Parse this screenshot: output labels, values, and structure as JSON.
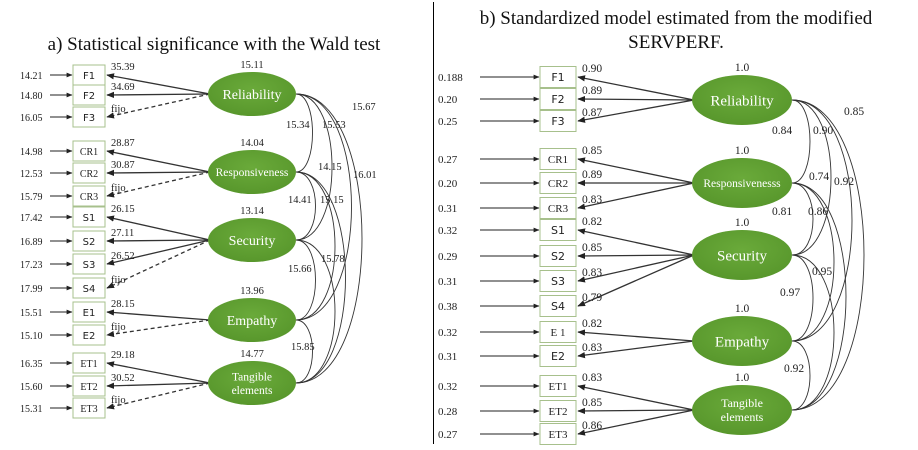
{
  "colors": {
    "latent_fill": "#6aaa3a",
    "latent_fill_dark": "#58972c",
    "box_stroke": "#a7c08c",
    "line": "#333333"
  },
  "panel_a": {
    "title": "a) Statistical significance with the Wald test",
    "factors": [
      {
        "name": "Reliability",
        "lines": [
          "Reliability"
        ],
        "variance": "15.11",
        "items": [
          {
            "label": "F1",
            "error": "14.21",
            "loading": "35.39",
            "fixed": false
          },
          {
            "label": "F2",
            "error": "14.80",
            "loading": "34.69",
            "fixed": false
          },
          {
            "label": "F3",
            "error": "16.05",
            "loading": "fijo",
            "fixed": true
          }
        ]
      },
      {
        "name": "Responsiveness",
        "lines": [
          "Responsiveness"
        ],
        "variance": "14.04",
        "items": [
          {
            "label": "CR1",
            "error": "14.98",
            "loading": "28.87",
            "fixed": false
          },
          {
            "label": "CR2",
            "error": "12.53",
            "loading": "30.87",
            "fixed": false
          },
          {
            "label": "CR3",
            "error": "15.79",
            "loading": "fijo",
            "fixed": true
          }
        ]
      },
      {
        "name": "Security",
        "lines": [
          "Security"
        ],
        "variance": "13.14",
        "items": [
          {
            "label": "S1",
            "error": "17.42",
            "loading": "26.15",
            "fixed": false
          },
          {
            "label": "S2",
            "error": "16.89",
            "loading": "27.11",
            "fixed": false
          },
          {
            "label": "S3",
            "error": "17.23",
            "loading": "26.52",
            "fixed": false
          },
          {
            "label": "S4",
            "error": "17.99",
            "loading": "fijo",
            "fixed": true
          }
        ]
      },
      {
        "name": "Empathy",
        "lines": [
          "Empathy"
        ],
        "variance": "13.96",
        "items": [
          {
            "label": "E1",
            "error": "15.51",
            "loading": "28.15",
            "fixed": false
          },
          {
            "label": "E2",
            "error": "15.10",
            "loading": "fijo",
            "fixed": true
          }
        ]
      },
      {
        "name": "Tangible elements",
        "lines": [
          "Tangible",
          "elements"
        ],
        "variance": "14.77",
        "items": [
          {
            "label": "ET1",
            "error": "16.35",
            "loading": "29.18",
            "fixed": false
          },
          {
            "label": "ET2",
            "error": "15.60",
            "loading": "30.52",
            "fixed": false
          },
          {
            "label": "ET3",
            "error": "15.31",
            "loading": "fijo",
            "fixed": true
          }
        ]
      }
    ],
    "covariances": [
      {
        "from": "Reliability",
        "to": "Responsiveness",
        "value": "15.34"
      },
      {
        "from": "Reliability",
        "to": "Security",
        "value": "15.53"
      },
      {
        "from": "Reliability",
        "to": "Empathy",
        "value": "16.01"
      },
      {
        "from": "Reliability",
        "to": "Tangible elements",
        "value": "15.67"
      },
      {
        "from": "Responsiveness",
        "to": "Security",
        "value": "14.41"
      },
      {
        "from": "Responsiveness",
        "to": "Empathy",
        "value": "15.15"
      },
      {
        "from": "Responsiveness",
        "to": "Tangible elements",
        "value": "14.15"
      },
      {
        "from": "Security",
        "to": "Empathy",
        "value": "15.66"
      },
      {
        "from": "Security",
        "to": "Tangible elements",
        "value": "15.78"
      },
      {
        "from": "Empathy",
        "to": "Tangible elements",
        "value": "15.85"
      }
    ]
  },
  "panel_b": {
    "title_line1": "b) Standardized model estimated from the modified",
    "title_line2": "SERVPERF.",
    "factors": [
      {
        "name": "Reliability",
        "lines": [
          "Reliability"
        ],
        "variance": "1.0",
        "items": [
          {
            "label": "F1",
            "error": "0.188",
            "loading": "0.90"
          },
          {
            "label": "F2",
            "error": "0.20",
            "loading": "0.89"
          },
          {
            "label": "F3",
            "error": "0.25",
            "loading": "0.87"
          }
        ]
      },
      {
        "name": "Responsivenesss",
        "lines": [
          "Responsivenesss"
        ],
        "variance": "1.0",
        "items": [
          {
            "label": "CR1",
            "error": "0.27",
            "loading": "0.85"
          },
          {
            "label": "CR2",
            "error": "0.20",
            "loading": "0.89"
          },
          {
            "label": "CR3",
            "error": "0.31",
            "loading": "0.83"
          }
        ]
      },
      {
        "name": "Security",
        "lines": [
          "Security"
        ],
        "variance": "1.0",
        "items": [
          {
            "label": "S1",
            "error": "0.32",
            "loading": "0.82"
          },
          {
            "label": "S2",
            "error": "0.29",
            "loading": "0.85"
          },
          {
            "label": "S3",
            "error": "0.31",
            "loading": "0.83"
          },
          {
            "label": "S4",
            "error": "0.38",
            "loading": "0.79"
          }
        ]
      },
      {
        "name": "Empathy",
        "lines": [
          "Empathy"
        ],
        "variance": "1.0",
        "items": [
          {
            "label": "E 1",
            "error": "0.32",
            "loading": "0.82"
          },
          {
            "label": "E2",
            "error": "0.31",
            "loading": "0.83"
          }
        ]
      },
      {
        "name": "Tangible elements",
        "lines": [
          "Tangible",
          "elements"
        ],
        "variance": "1.0",
        "items": [
          {
            "label": "ET1",
            "error": "0.32",
            "loading": "0.83"
          },
          {
            "label": "ET2",
            "error": "0.28",
            "loading": "0.85"
          },
          {
            "label": "ET3",
            "error": "0.27",
            "loading": "0.86"
          }
        ]
      }
    ],
    "covariances": [
      {
        "from": "Reliability",
        "to": "Responsivenesss",
        "value": "0.84"
      },
      {
        "from": "Reliability",
        "to": "Security",
        "value": "0.90"
      },
      {
        "from": "Reliability",
        "to": "Empathy",
        "value": "0.92"
      },
      {
        "from": "Reliability",
        "to": "Tangible elements",
        "value": "0.85"
      },
      {
        "from": "Responsivenesss",
        "to": "Security",
        "value": "0.81"
      },
      {
        "from": "Responsivenesss",
        "to": "Empathy",
        "value": "0.86"
      },
      {
        "from": "Responsivenesss",
        "to": "Tangible elements",
        "value": "0.74"
      },
      {
        "from": "Security",
        "to": "Empathy",
        "value": "0.97"
      },
      {
        "from": "Security",
        "to": "Tangible elements",
        "value": "0.95"
      },
      {
        "from": "Empathy",
        "to": "Tangible elements",
        "value": "0.92"
      }
    ]
  }
}
